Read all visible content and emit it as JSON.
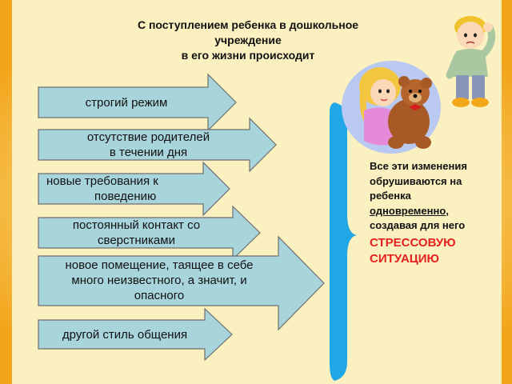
{
  "title": {
    "line1": "С поступлением ребенка в дошкольное",
    "line2": "учреждение",
    "line3": "в его жизни происходит"
  },
  "arrows": [
    {
      "line1": "строгий режим",
      "line2": ""
    },
    {
      "line1": "отсутствие родителей",
      "line2": "в течении дня"
    },
    {
      "line1": "новые требования к",
      "line2": "поведению"
    },
    {
      "line1": "постоянный контакт со",
      "line2": "сверстниками"
    },
    {
      "line1": "новое помещение, таящее в себе",
      "line2": "много неизвестного, а значит, и",
      "line3": "опасного"
    },
    {
      "line1": "другой стиль общения",
      "line2": ""
    }
  ],
  "side_text": {
    "part1": "Все эти изменения обрушиваются на ребенка",
    "underlined": "одновременно",
    "part2": ", создавая для него",
    "highlight": "СТРЕССОВУЮ СИТУАЦИЮ"
  },
  "colors": {
    "arrow_fill": "#a8d4dc",
    "arrow_stroke": "#6e6e6e",
    "bracket": "#1fa7e6",
    "panel": "#fbf0c0",
    "highlight": "#e5201e"
  }
}
